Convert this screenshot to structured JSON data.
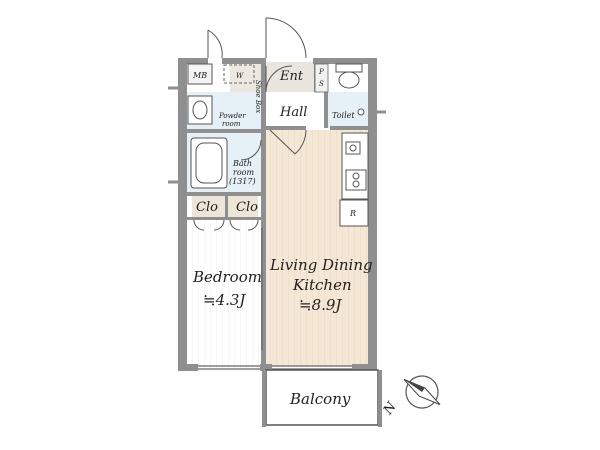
{
  "rooms": {
    "mb": "MB",
    "ent": "Ent",
    "ps_top": "P",
    "ps_bottom": "S",
    "w": "W",
    "shoe": "Shoe Box",
    "powder_1": "Powder",
    "powder_2": "room",
    "hall": "Hall",
    "toilet": "Toilet",
    "bath_1": "Bath",
    "bath_2": "room",
    "bath_3": "(1317)",
    "clo_1": "Clo",
    "clo_2": "Clo",
    "fridge": "R",
    "bedroom_1": "Bedroom",
    "bedroom_2": "≒4.3J",
    "ldk_1": "Living Dining",
    "ldk_2": "Kitchen",
    "ldk_3": "≒8.9J",
    "balcony": "Balcony"
  },
  "compass": {
    "north_label": "N",
    "icon": "compass-icon"
  },
  "colors": {
    "wall": "#8f8f8f",
    "living_floor": "#f5e7d6",
    "bedroom_floor": "#ffffff",
    "wet_floor": "#e6f0f7",
    "closet_floor": "#ede5d8",
    "entry_floor": "#e9e5de",
    "door_line": "#555555"
  }
}
